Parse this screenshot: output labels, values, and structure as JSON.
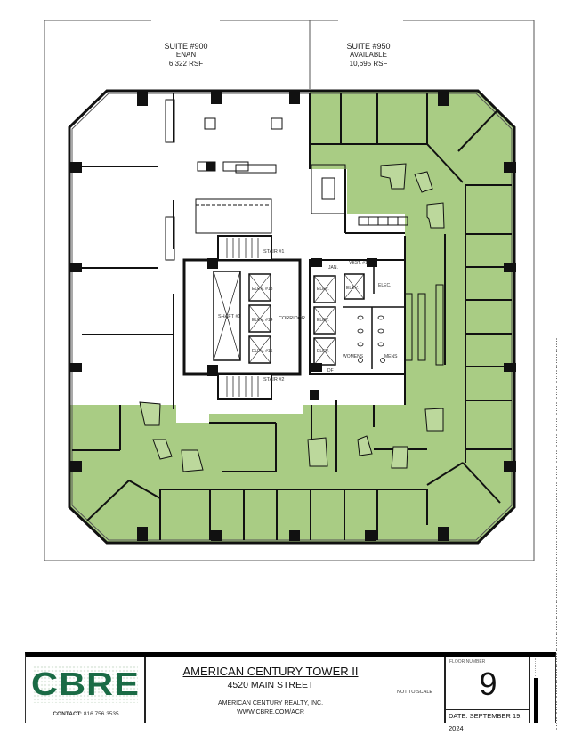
{
  "suites": [
    {
      "title": "SUITE #900",
      "status": "TENANT",
      "area": "6,322 RSF"
    },
    {
      "title": "SUITE #950",
      "status": "AVAILABLE",
      "area": "10,695 RSF"
    }
  ],
  "core_labels": {
    "shaft": "SHAFT #1",
    "corridor": "CORRIDOR",
    "stair1": "STAIR #1",
    "stair2": "STAIR #2",
    "elev_left": [
      "ELEV. #13",
      "ELEV. #14",
      "ELEV. #15"
    ],
    "elev_right": [
      "ELEV.",
      "ELEV.",
      "ELEV."
    ],
    "elev_right_top": "ELEV.",
    "jan": "JAN.",
    "vest": "VEST. #1",
    "elec": "ELEC.",
    "womens": "WOMENS",
    "mens": "MENS",
    "df": "DF"
  },
  "colors": {
    "available_fill": "#a9cc84",
    "wall": "#111111",
    "brand_green": "#1a6b45"
  },
  "title_block": {
    "logo_text": "CBRE",
    "contact_label": "CONTACT:",
    "contact_phone": "816.756.3535",
    "building_name": "AMERICAN CENTURY TOWER II",
    "street": "4520 MAIN STREET",
    "realty": "AMERICAN CENTURY REALTY, INC.",
    "website": "WWW.CBRE.COM/ACR",
    "scale_note": "NOT TO SCALE",
    "floor_label": "FLOOR NUMBER",
    "floor_number": "9",
    "date": "DATE: SEPTEMBER 19, 2024"
  }
}
